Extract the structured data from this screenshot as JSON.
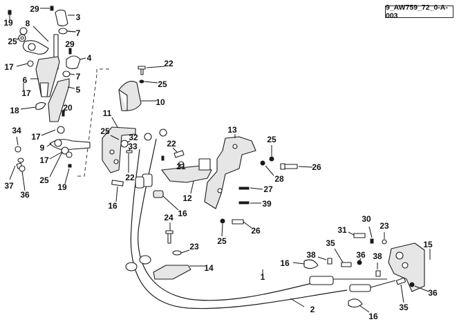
{
  "diagram_code": "9_AW759_72_0-A-003",
  "callouts": [
    "1",
    "2",
    "3",
    "4",
    "5",
    "6",
    "7",
    "7",
    "8",
    "9",
    "10",
    "11",
    "12",
    "13",
    "14",
    "15",
    "16",
    "16",
    "16",
    "16",
    "17",
    "17",
    "17",
    "17",
    "18",
    "19",
    "19",
    "20",
    "21",
    "22",
    "22",
    "22",
    "23",
    "23",
    "24",
    "25",
    "25",
    "25",
    "25",
    "25",
    "25",
    "26",
    "26",
    "27",
    "28",
    "29",
    "29",
    "30",
    "31",
    "32",
    "33",
    "34",
    "35",
    "35",
    "36",
    "36",
    "36",
    "37",
    "38",
    "38",
    "39"
  ]
}
